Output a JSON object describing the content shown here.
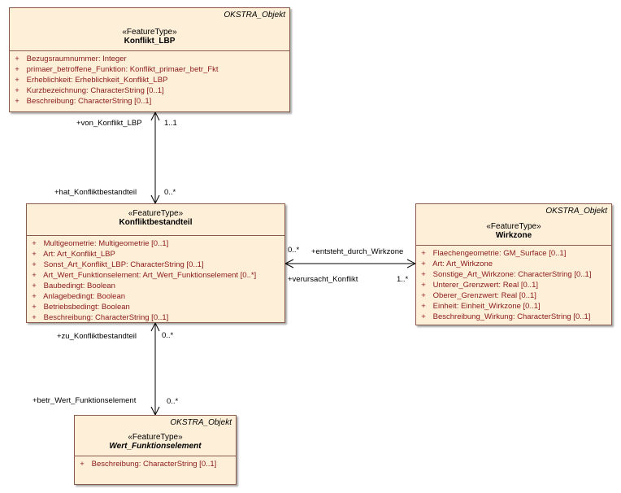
{
  "classes": {
    "konflikt_lbp": {
      "package": "OKSTRA_Objekt",
      "stereotype": "«FeatureType»",
      "name": "Konflikt_LBP",
      "attributes": [
        {
          "vis": "+",
          "text": "Bezugsraumnummer: Integer"
        },
        {
          "vis": "+",
          "text": "primaer_betroffene_Funktion: Konflikt_primaer_betr_Fkt"
        },
        {
          "vis": "+",
          "text": "Erheblichkeit: Erheblichkeit_Konflikt_LBP"
        },
        {
          "vis": "+",
          "text": "Kurzbezeichnung: CharacterString [0..1]"
        },
        {
          "vis": "+",
          "text": "Beschreibung: CharacterString [0..1]"
        }
      ]
    },
    "konfliktbestandteil": {
      "package": "",
      "stereotype": "«FeatureType»",
      "name": "Konfliktbestandteil",
      "attributes": [
        {
          "vis": "+",
          "text": "Multigeometrie: Multigeometrie [0..1]"
        },
        {
          "vis": "+",
          "text": "Art: Art_Konflikt_LBP"
        },
        {
          "vis": "+",
          "text": "Sonst_Art_Konflikt_LBP: CharacterString [0..1]"
        },
        {
          "vis": "+",
          "text": "Art_Wert_Funktionselement: Art_Wert_Funktionselement [0..*]"
        },
        {
          "vis": "+",
          "text": "Baubedingt: Boolean"
        },
        {
          "vis": "+",
          "text": "Anlagebedingt: Boolean"
        },
        {
          "vis": "+",
          "text": "Betriebsbedingt: Boolean"
        },
        {
          "vis": "+",
          "text": "Beschreibung: CharacterString [0..1]"
        }
      ]
    },
    "wirkzone": {
      "package": "OKSTRA_Objekt",
      "stereotype": "«FeatureType»",
      "name": "Wirkzone",
      "attributes": [
        {
          "vis": "+",
          "text": "Flaechengeometrie: GM_Surface [0..1]"
        },
        {
          "vis": "+",
          "text": "Art: Art_Wirkzone"
        },
        {
          "vis": "+",
          "text": "Sonstige_Art_Wirkzone: CharacterString [0..1]"
        },
        {
          "vis": "+",
          "text": "Unterer_Grenzwert: Real [0..1]"
        },
        {
          "vis": "+",
          "text": "Oberer_Grenzwert: Real [0..1]"
        },
        {
          "vis": "+",
          "text": "Einheit: Einheit_Wirkzone [0..1]"
        },
        {
          "vis": "+",
          "text": "Beschreibung_Wirkung: CharacterString [0..1]"
        }
      ]
    },
    "wert_funktionselement": {
      "package": "OKSTRA_Objekt",
      "stereotype": "«FeatureType»",
      "name": "Wert_Funktionselement",
      "attributes": [
        {
          "vis": "+",
          "text": "Beschreibung: CharacterString [0..1]"
        }
      ]
    }
  },
  "associations": {
    "a1": {
      "role_top": "+von_Konflikt_LBP",
      "mult_top": "1..1",
      "role_bottom": "+hat_Konfliktbestandteil",
      "mult_bottom": "0..*"
    },
    "a2": {
      "role_top": "+entsteht_durch_Wirkzone",
      "mult_left": "0..*",
      "role_bottom": "+verursacht_Konflikt",
      "mult_right": "1..*"
    },
    "a3": {
      "role_top": "+zu_Konfliktbestandteil",
      "mult_top": "0..*",
      "role_bottom": "+betr_Wert_Funktionselement",
      "mult_bottom": "0..*"
    }
  }
}
